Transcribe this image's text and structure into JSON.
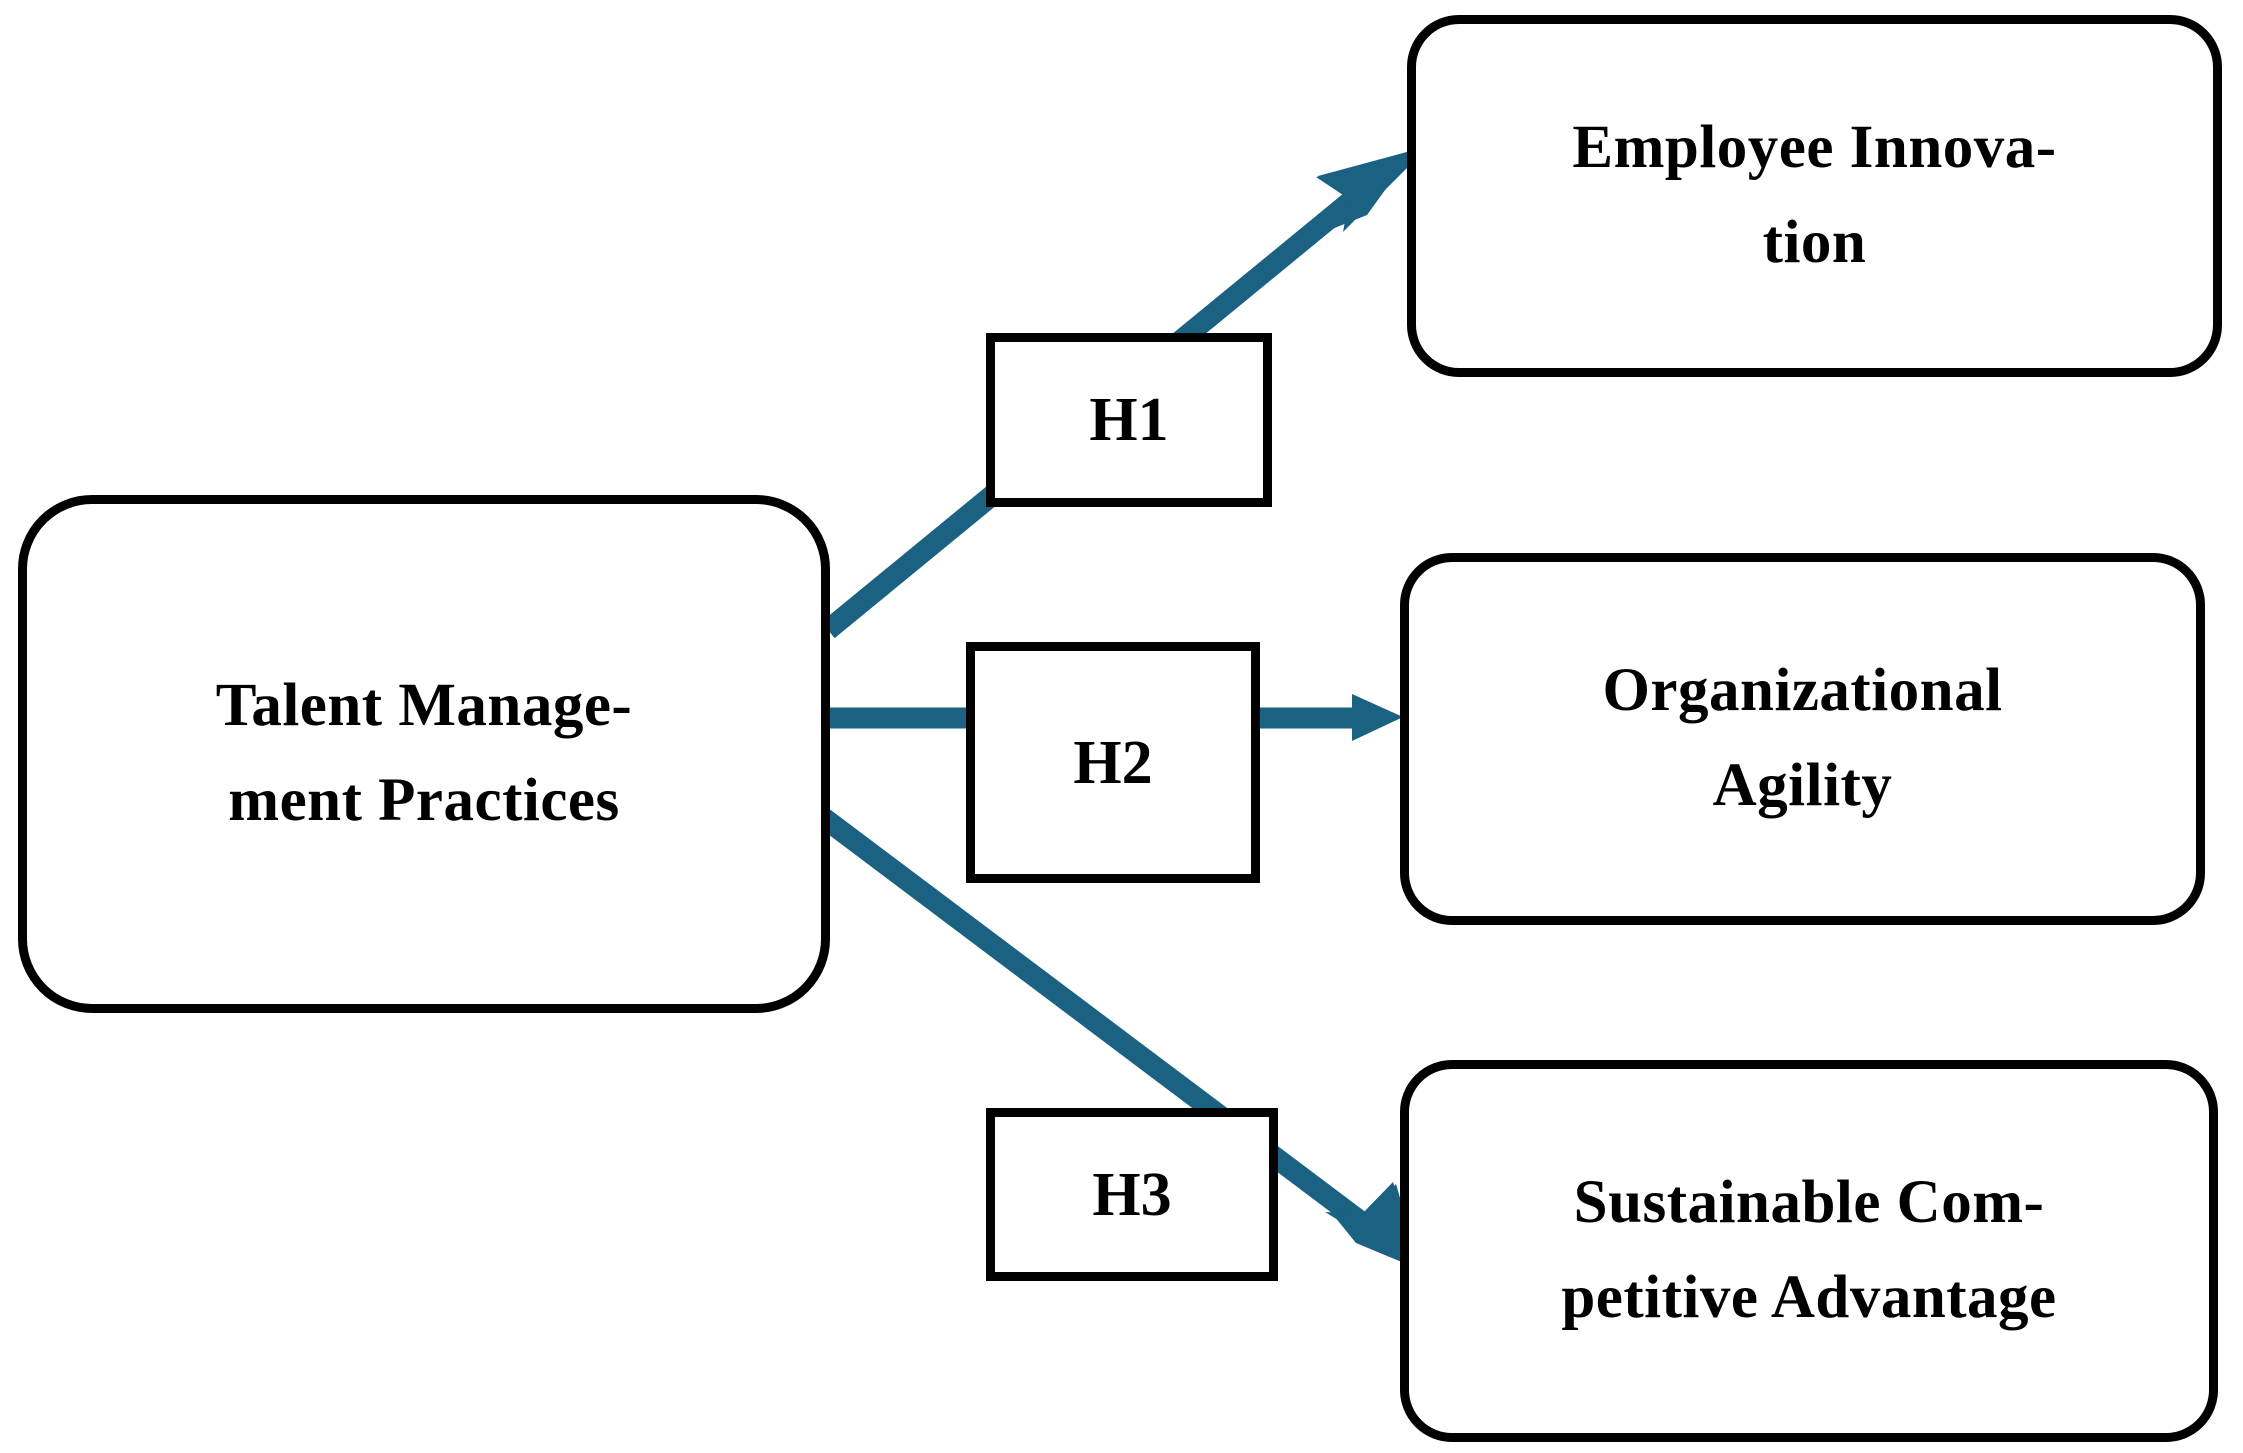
{
  "diagram": {
    "type": "conceptual-framework",
    "accent_color": "#1a6182",
    "outline_color": "#000000",
    "background_color": "#ffffff",
    "nodes": {
      "predictor": {
        "label": "Talent Manage-\nment Practices"
      },
      "outcome_1": {
        "label": "Employee Innova-\ntion"
      },
      "outcome_2": {
        "label": "Organizational\nAgility"
      },
      "outcome_3": {
        "label": "Sustainable Com-\npetitive Advantage"
      }
    },
    "hypotheses": [
      {
        "id": "h1",
        "label": "H1",
        "from": "Talent Management Practices",
        "to": "Employee Innovation"
      },
      {
        "id": "h2",
        "label": "H2",
        "from": "Talent Management Practices",
        "to": "Organizational Agility"
      },
      {
        "id": "h3",
        "label": "H3",
        "from": "Talent Management Practices",
        "to": "Sustainable Competitive Advantage"
      }
    ]
  }
}
